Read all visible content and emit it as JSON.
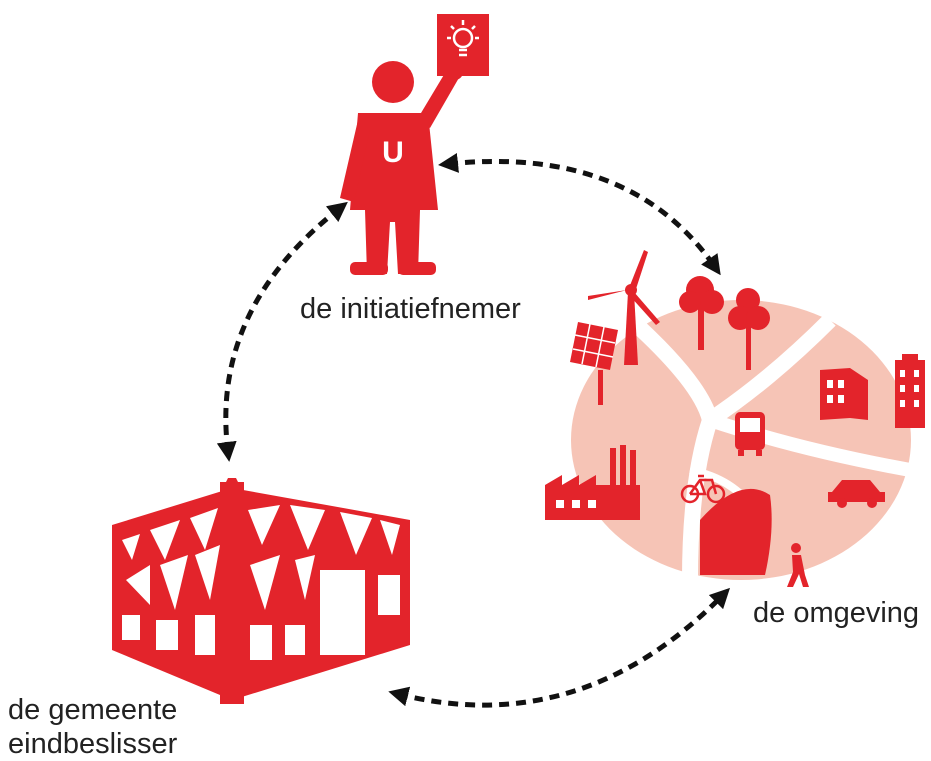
{
  "labels": {
    "initiator": "de initiatiefnemer",
    "environment": "de omgeving",
    "municipality_line1": "de gemeente",
    "municipality_line2": "eindbeslisser"
  },
  "person_badge": "U",
  "colors": {
    "primary_red": "#e3242b",
    "light_pink": "#f6c4b6",
    "arrow": "#111111",
    "text": "#222222"
  },
  "icons": [
    "person-icon",
    "idea-sign-icon",
    "lightbulb-icon",
    "town-hall-icon",
    "wind-turbine-icon",
    "solar-panel-icon",
    "tree-icon",
    "office-building-icon",
    "apartment-icon",
    "bus-icon",
    "factory-icon",
    "bicycle-icon",
    "car-icon",
    "pedestrian-icon"
  ]
}
